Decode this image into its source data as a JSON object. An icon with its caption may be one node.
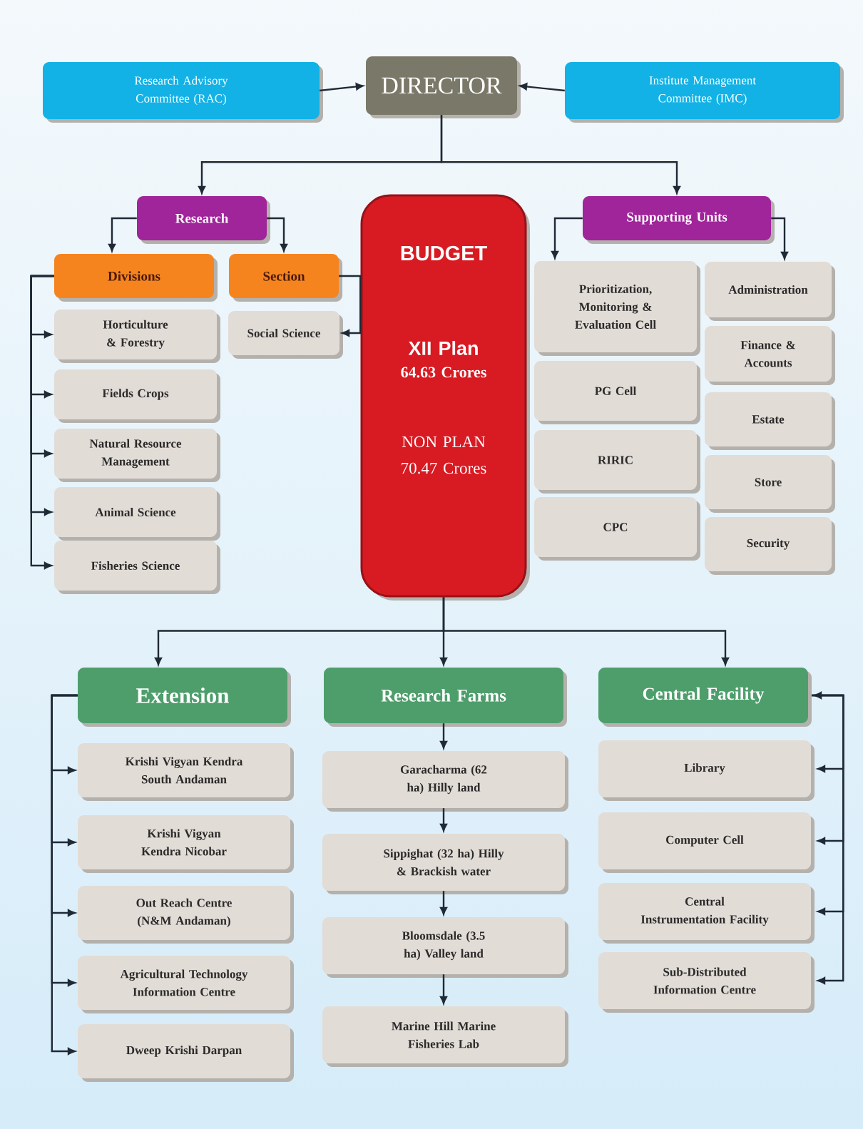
{
  "diagram": {
    "nodes": [
      {
        "text": [
          "Research Advisory Committee (RAC)"
        ]
      },
      {
        "text": [
          "DIRECTOR"
        ]
      },
      {
        "text": [
          "Institute Management Committee (IMC)"
        ]
      },
      {
        "text": [
          "Research"
        ]
      },
      {
        "text": [
          "BUDGET",
          "XII Plan",
          "64.63 Crores",
          "NON PLAN 70.47 Crores"
        ]
      },
      {
        "text": [
          "Supporting Units"
        ]
      },
      {
        "text": [
          "Divisions"
        ]
      },
      {
        "text": [
          "Section"
        ]
      },
      {
        "text": [
          "Horticulture & Forestry"
        ]
      },
      {
        "text": [
          "Fields Crops"
        ]
      },
      {
        "text": [
          "Natural Resource Management"
        ]
      },
      {
        "text": [
          "Animal Science"
        ]
      },
      {
        "text": [
          "Fisheries Science"
        ]
      },
      {
        "text": [
          "Social Science"
        ]
      },
      {
        "text": [
          "Prioritization, Monitoring & Evaluation Cell"
        ]
      },
      {
        "text": [
          "Administration"
        ]
      },
      {
        "text": [
          "Finance & Accounts"
        ]
      },
      {
        "text": [
          "PG Cell"
        ]
      },
      {
        "text": [
          "Estate"
        ]
      },
      {
        "text": [
          "RIRIC"
        ]
      },
      {
        "text": [
          "Store"
        ]
      },
      {
        "text": [
          "CPC"
        ]
      },
      {
        "text": [
          "Security"
        ]
      },
      {
        "text": [
          "Extension"
        ]
      },
      {
        "text": [
          "Research Farms"
        ]
      },
      {
        "text": [
          "Central Facility"
        ]
      },
      {
        "text": [
          "Krishi Vigyan Kendra South Andaman"
        ]
      },
      {
        "text": [
          "Krishi Vigyan Kendra Nicobar"
        ]
      },
      {
        "text": [
          "Out Reach Centre (N&M Andaman)"
        ]
      },
      {
        "text": [
          "Agricultural Technology Information Centre"
        ]
      },
      {
        "text": [
          "Dweep Krishi Darpan"
        ]
      },
      {
        "text": [
          "Garacharma (62 ha) Hilly land"
        ]
      },
      {
        "text": [
          "Sippighat (32 ha) Hilly & Brackish water"
        ]
      },
      {
        "text": [
          "Bloomsdale (3.5 ha) Valley land"
        ]
      },
      {
        "text": [
          "Marine Hill Marine Fisheries Lab"
        ]
      },
      {
        "text": [
          "Library"
        ]
      },
      {
        "text": [
          "Computer Cell"
        ]
      },
      {
        "text": [
          "Central Instrumentation Facility"
        ]
      },
      {
        "text": [
          "Sub-Distributed Information Centre"
        ]
      }
    ],
    "edges": [
      {
        "from": 0,
        "to": 1,
        "arrow": "to"
      },
      {
        "from": 2,
        "to": 1,
        "arrow": "to"
      },
      {
        "from": 1,
        "to": 3,
        "arrow": "to"
      },
      {
        "from": 1,
        "to": 5,
        "arrow": "to"
      },
      {
        "from": 3,
        "to": 6,
        "arrow": "to"
      },
      {
        "from": 3,
        "to": 7,
        "arrow": "to"
      },
      {
        "from": 5,
        "to": 14,
        "arrow": "to"
      },
      {
        "from": 5,
        "to": 15,
        "arrow": "to"
      },
      {
        "from": 6,
        "to": 8,
        "arrow": "to"
      },
      {
        "from": 6,
        "to": 9,
        "arrow": "to"
      },
      {
        "from": 6,
        "to": 10,
        "arrow": "to"
      },
      {
        "from": 6,
        "to": 11,
        "arrow": "to"
      },
      {
        "from": 6,
        "to": 12,
        "arrow": "to"
      },
      {
        "from": 7,
        "to": 13,
        "arrow": "to"
      },
      {
        "from": 4,
        "to": 23,
        "arrow": "to"
      },
      {
        "from": 4,
        "to": 24,
        "arrow": "to"
      },
      {
        "from": 4,
        "to": 25,
        "arrow": "to"
      },
      {
        "from": 23,
        "to": 26,
        "arrow": "to"
      },
      {
        "from": 23,
        "to": 27,
        "arrow": "to"
      },
      {
        "from": 23,
        "to": 28,
        "arrow": "to"
      },
      {
        "from": 23,
        "to": 29,
        "arrow": "to"
      },
      {
        "from": 23,
        "to": 30,
        "arrow": "to"
      },
      {
        "from": 24,
        "to": 31,
        "arrow": "to"
      },
      {
        "from": 31,
        "to": 32,
        "arrow": "to"
      },
      {
        "from": 32,
        "to": 33,
        "arrow": "to"
      },
      {
        "from": 33,
        "to": 34,
        "arrow": "to"
      },
      {
        "from": 25,
        "to": 35,
        "arrow": "to"
      },
      {
        "from": 25,
        "to": 36,
        "arrow": "to"
      },
      {
        "from": 25,
        "to": 37,
        "arrow": "to"
      },
      {
        "from": 25,
        "to": 38,
        "arrow": "both"
      }
    ]
  }
}
